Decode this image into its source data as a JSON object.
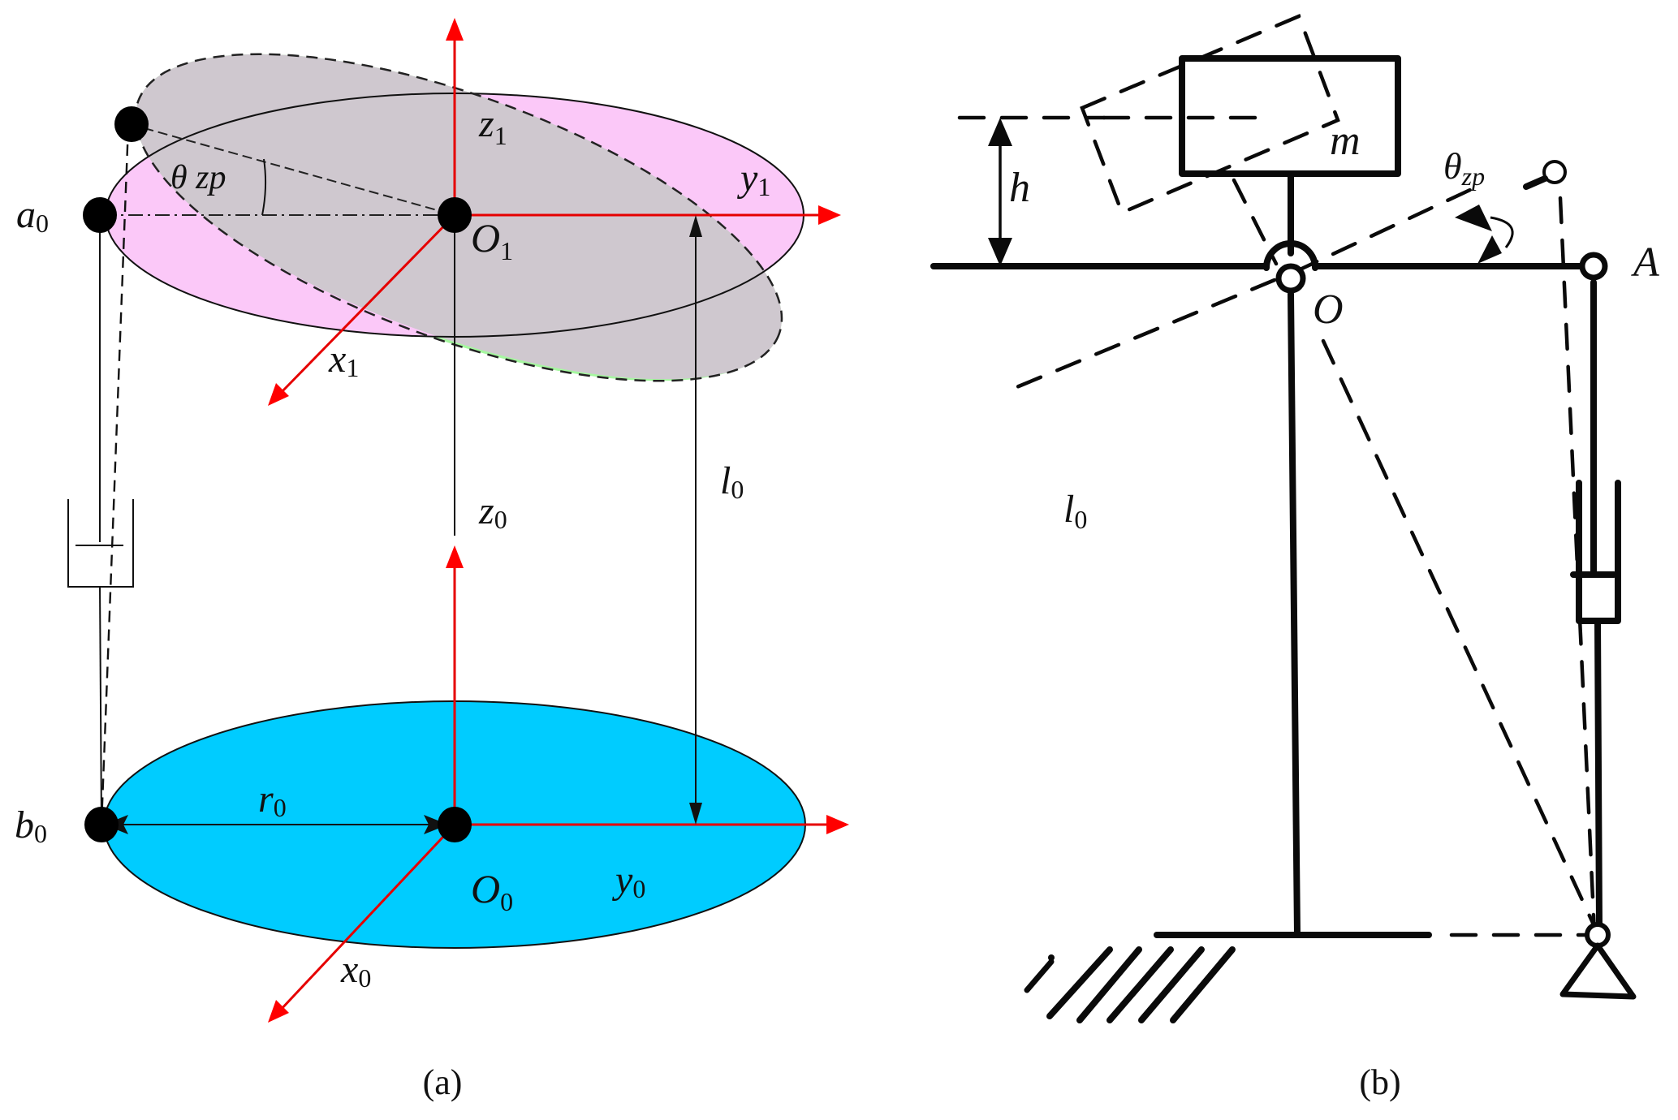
{
  "panel_a": {
    "caption": "(a)",
    "labels": {
      "a0": {
        "base": "a",
        "sub": "0"
      },
      "b0": {
        "base": "b",
        "sub": "0"
      },
      "O1": {
        "base": "O",
        "sub": "1"
      },
      "O0": {
        "base": "O",
        "sub": "0"
      },
      "x1": {
        "base": "x",
        "sub": "1"
      },
      "y1": {
        "base": "y",
        "sub": "1"
      },
      "z1": {
        "base": "z",
        "sub": "1"
      },
      "x0": {
        "base": "x",
        "sub": "0"
      },
      "y0": {
        "base": "y",
        "sub": "0"
      },
      "z0": {
        "base": "z",
        "sub": "0"
      },
      "l0": {
        "base": "l",
        "sub": "0"
      },
      "r0": {
        "base": "r",
        "sub": "0"
      },
      "theta": "θ zp"
    },
    "colors": {
      "tilted_platform": "#a6f7a0",
      "upper_platform": "#fbc8f8",
      "overlap": "#cfc8cf",
      "base_platform": "#00ccff",
      "axes": "#ff0000"
    }
  },
  "panel_b": {
    "caption": "(b)",
    "labels": {
      "m": "m",
      "h": "h",
      "O": "O",
      "A": "A",
      "theta": {
        "base": "θ",
        "sub": "zp"
      },
      "l0": {
        "base": "l",
        "sub": "0"
      }
    }
  }
}
